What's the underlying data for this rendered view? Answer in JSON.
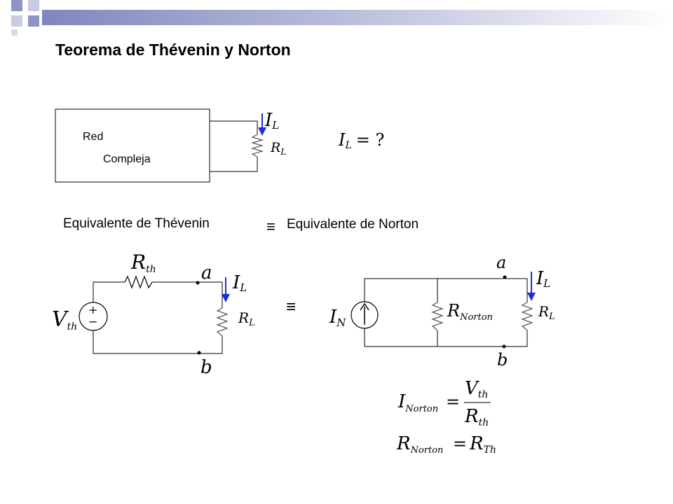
{
  "slide": {
    "title": "Teorema de Thévenin y Norton",
    "accent_color": "#9aa0c8",
    "wire_color": "#000000",
    "arrow_color": "#1c2fd6"
  },
  "network": {
    "line1": "Red",
    "line2": "Compleja",
    "current_main": "I",
    "current_sub": "L",
    "resistor_main": "R",
    "resistor_sub": "L",
    "question_main": "I",
    "question_sub": "L",
    "question_rest": "= ?"
  },
  "labels": {
    "thevenin": "Equivalente de Thévenin",
    "equiv_symbol": "≡",
    "norton": "Equivalente de Norton"
  },
  "thevenin": {
    "rth_main": "R",
    "rth_sub": "th",
    "vth_main": "V",
    "vth_sub": "th",
    "plus": "+",
    "minus": "−",
    "node_a": "a",
    "node_b": "b",
    "il_main": "I",
    "il_sub": "L",
    "rl_main": "R",
    "rl_sub": "L"
  },
  "norton": {
    "in_main": "I",
    "in_sub": "N",
    "rn_main": "R",
    "rn_sub": "Norton",
    "node_a": "a",
    "node_b": "b",
    "il_main": "I",
    "il_sub": "L",
    "rl_main": "R",
    "rl_sub": "L"
  },
  "formulas": {
    "f1_lhs_main": "I",
    "f1_lhs_sub": "Norton",
    "f1_eq": "=",
    "f1_num_main": "V",
    "f1_num_sub": "th",
    "f1_den_main": "R",
    "f1_den_sub": "th",
    "f2_lhs_main": "R",
    "f2_lhs_sub": "Norton",
    "f2_eq": "=",
    "f2_rhs_main": "R",
    "f2_rhs_sub": "Th"
  }
}
